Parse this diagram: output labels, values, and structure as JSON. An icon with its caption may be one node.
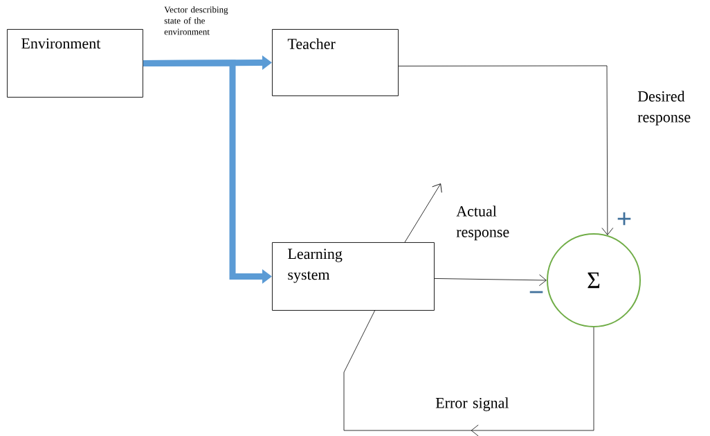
{
  "diagram": {
    "nodes": [
      {
        "text": [
          "Environment"
        ]
      },
      {
        "text": [
          "Teacher"
        ]
      },
      {
        "text": [
          "Learning system"
        ]
      },
      {
        "text": [
          "Σ"
        ]
      }
    ],
    "edges": [
      {
        "from": 0,
        "to": 1,
        "arrow": "to",
        "label": "Vector describing state of the environment",
        "style": "thick",
        "color": "#5b9bd5"
      },
      {
        "from": 0,
        "to": 2,
        "arrow": "to",
        "style": "thick",
        "color": "#5b9bd5"
      },
      {
        "from": 1,
        "to": 3,
        "arrow": "to",
        "label": "Desired response"
      },
      {
        "from": 2,
        "to": 3,
        "arrow": "to",
        "label": "Actual response"
      },
      {
        "from": 2,
        "to": null,
        "arrow": "to"
      },
      {
        "from": 3,
        "to": 2,
        "arrow": "to",
        "label": "Error signal"
      }
    ],
    "labels": [
      "+",
      "−"
    ]
  }
}
